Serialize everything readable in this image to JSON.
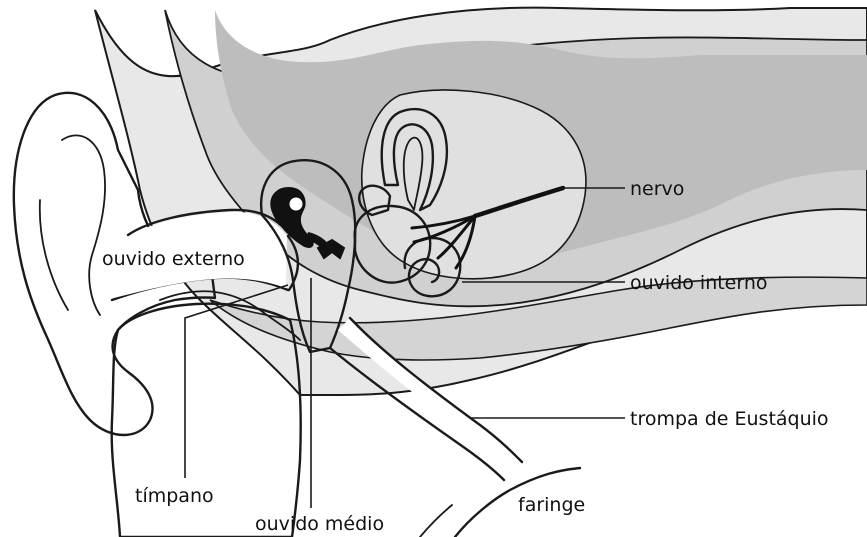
{
  "labels": {
    "outer_ear": "ouvido externo",
    "eardrum": "tímpano",
    "middle_ear": "ouvido médio",
    "nerve": "nervo",
    "inner_ear": "ouvido interno",
    "eustachian_tube": "trompa de Eustáquio",
    "pharynx": "faringe"
  },
  "colors": {
    "skin": "#ffffff",
    "tissue_light": "#e6e6e6",
    "tissue_mid": "#c9c9c9",
    "bone_dark": "#b3b3b3",
    "ossicles": "#111111",
    "line": "#1a1a1a"
  }
}
